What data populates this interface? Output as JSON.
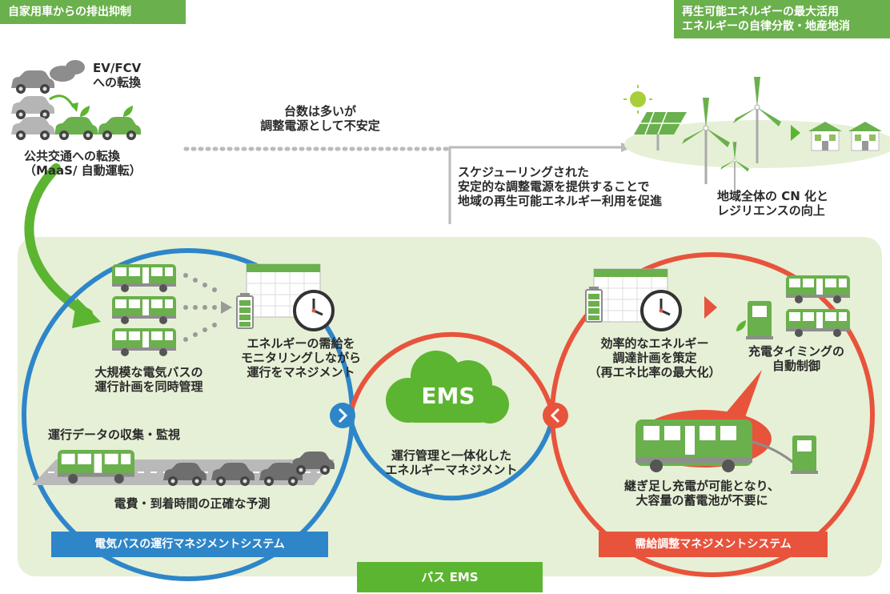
{
  "headers": {
    "left": "自家用車からの排出抑制",
    "right_line1": "再生可能エネルギーの最大活用",
    "right_line2": "エネルギーの自律分散・地産地消"
  },
  "top": {
    "ev_line1": "EV/FCV",
    "ev_line2": "への転換",
    "public_line1": "公共交通への転換",
    "public_line2": "（MaaS/ 自動運転）",
    "many_line1": "台数は多いが",
    "many_line2": "調整電源として不安定",
    "sched_line1": "スケジューリングされた",
    "sched_line2": "安定的な調整電源を提供することで",
    "sched_line3": "地域の再生可能エネルギー利用を促進",
    "cn_line1": "地域全体の CN 化と",
    "cn_line2": "レジリエンスの向上"
  },
  "left_system": {
    "large_line1": "大規模な電気バスの",
    "large_line2": "運行計画を同時管理",
    "energy_line1": "エネルギーの需給を",
    "energy_line2": "モニタリングしながら",
    "energy_line3": "運行をマネジメント",
    "collect": "運行データの収集・監視",
    "predict": "電費・到着時間の正確な予測",
    "label": "電気バスの運行マネジメントシステム"
  },
  "center": {
    "ems": "EMS",
    "line1": "運行管理と一体化した",
    "line2": "エネルギーマネジメント"
  },
  "right_system": {
    "plan_line1": "効率的なエネルギー",
    "plan_line2": "調達計画を策定",
    "plan_line3": "（再エネ比率の最大化）",
    "charge_line1": "充電タイミングの",
    "charge_line2": "自動制御",
    "topup_line1": "継ぎ足し充電が可能となり、",
    "topup_line2": "大容量の蓄電池が不要に",
    "label": "需給調整マネジメントシステム"
  },
  "bottom": {
    "label": "バス EMS"
  },
  "colors": {
    "green": "#6ab04c",
    "bright_green": "#5cb531",
    "light_green": "#e6f0d6",
    "blue": "#2e86c9",
    "red": "#e8533c",
    "gray_car": "#8d8d8d"
  }
}
